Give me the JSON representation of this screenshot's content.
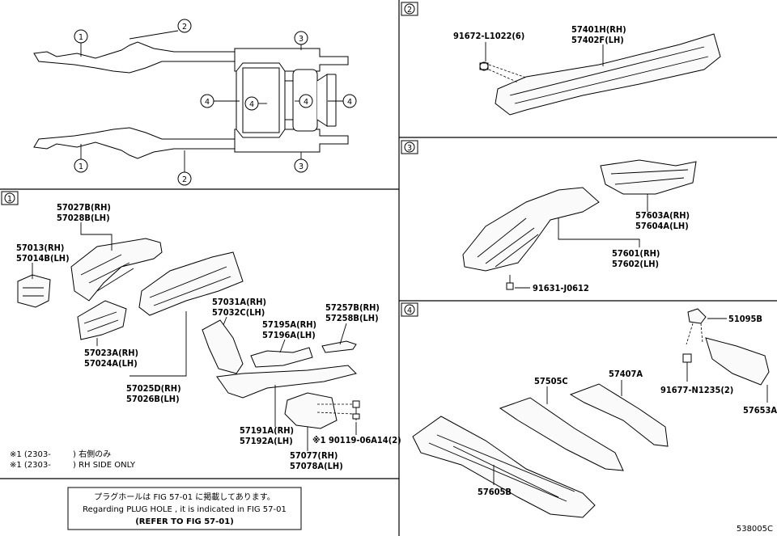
{
  "overview": {
    "callouts": [
      "1",
      "2",
      "3",
      "4"
    ]
  },
  "panels": {
    "p1": "1",
    "p2": "2",
    "p3": "3",
    "p4": "4"
  },
  "p1_parts": {
    "a1": "57027B(RH)",
    "a2": "57028B(LH)",
    "b1": "57013(RH)",
    "b2": "57014B(LH)",
    "c1": "57023A(RH)",
    "c2": "57024A(LH)",
    "d1": "57025D(RH)",
    "d2": "57026B(LH)",
    "e1": "57031A(RH)",
    "e2": "57032C(LH)",
    "f1": "57195A(RH)",
    "f2": "57196A(LH)",
    "g1": "57257B(RH)",
    "g2": "57258B(LH)",
    "h1": "57191A(RH)",
    "h2": "57192A(LH)",
    "i1": "57077(RH)",
    "i2": "57078A(LH)",
    "j1": "※1 90119-06A14(2)"
  },
  "p1_notes": {
    "n1a": "※1 (2303-",
    "n1b": ") 右側のみ",
    "n2a": "※1 (2303-",
    "n2b": ") RH SIDE ONLY"
  },
  "p2_parts": {
    "a": "91672-L1022(6)",
    "b1": "57401H(RH)",
    "b2": "57402F(LH)"
  },
  "p3_parts": {
    "a1": "57603A(RH)",
    "a2": "57604A(LH)",
    "b1": "57601(RH)",
    "b2": "57602(LH)",
    "c": "91631-J0612"
  },
  "p4_parts": {
    "a": "51095B",
    "b": "57407A",
    "c": "57505C",
    "d": "91677-N1235(2)",
    "e": "57653A",
    "f": "57605B"
  },
  "notice": {
    "jp": "プラグホールは FIG 57-01 に掲載してあります。",
    "en": "Regarding PLUG HOLE , it is indicated in FIG 57-01",
    "ref": "(REFER TO FIG 57-01)"
  },
  "code": "538005C"
}
